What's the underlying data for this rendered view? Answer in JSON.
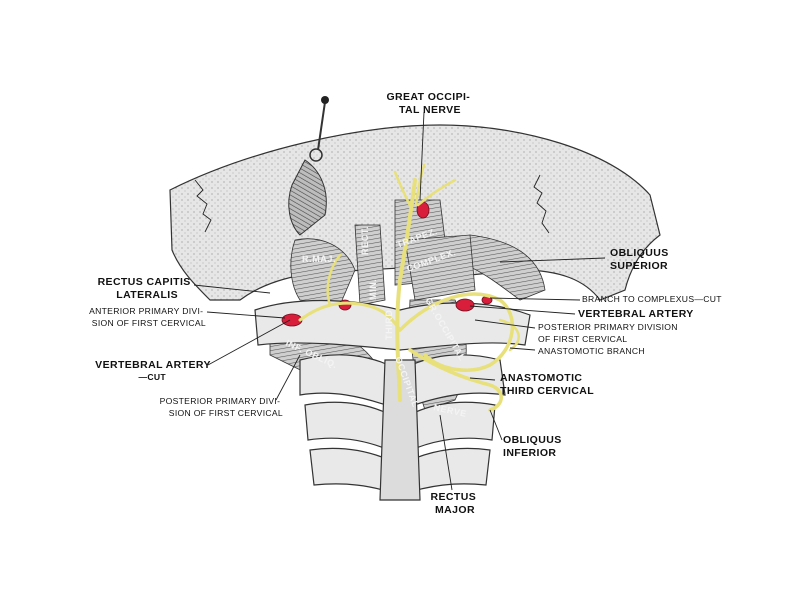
{
  "colors": {
    "nerve": "#e8e07a",
    "artery": "#d81e3a",
    "bone": "#e3e3e3",
    "muscle": "#9a9a9a",
    "ink": "#111111"
  },
  "labels": {
    "great_occipital_nerve": [
      "GREAT OCCIPI-",
      "TAL NERVE"
    ],
    "obliquus_superior": [
      "OBLIQUUS",
      "SUPERIOR"
    ],
    "rectus_capitis_lateralis": [
      "RECTUS CAPITIS",
      "LATERALIS"
    ],
    "anterior_primary_division": [
      "ANTERIOR PRIMARY DIVI-",
      "SION OF FIRST CERVICAL"
    ],
    "branch_to_complexus": "BRANCH TO COMPLEXUS—CUT",
    "vertebral_artery_right": "VERTEBRAL ARTERY",
    "posterior_primary_division_right": [
      "POSTERIOR PRIMARY DIVISION",
      "OF FIRST CERVICAL"
    ],
    "anastomotic_branch": "ANASTOMOTIC BRANCH",
    "vertebral_artery_cut": [
      "VERTEBRAL ARTERY",
      "—CUT"
    ],
    "anastomotic_third_cervical": [
      "ANASTOMOTIC",
      "THIRD CERVICAL"
    ],
    "posterior_primary_division_left": [
      "POSTERIOR PRIMARY DIVI-",
      "SION OF FIRST CERVICAL"
    ],
    "obliquus_inferior": [
      "OBLIQUUS",
      "INFERIOR"
    ],
    "rectus_major": [
      "RECTUS",
      "MAJOR"
    ]
  },
  "inline_labels": {
    "r_maj": "R.MAJ.",
    "rect_min": "RECT.",
    "min": "MIN.",
    "trapez": "TRAPEZ.",
    "complex": "COMPLEX.",
    "third": "THIRD",
    "gr_occipital": "GR.OCCIPITAL",
    "inf_obliq": "INF. OBLIQ.",
    "occipital": "OCCIPITAL",
    "nerve": "NERVE"
  }
}
